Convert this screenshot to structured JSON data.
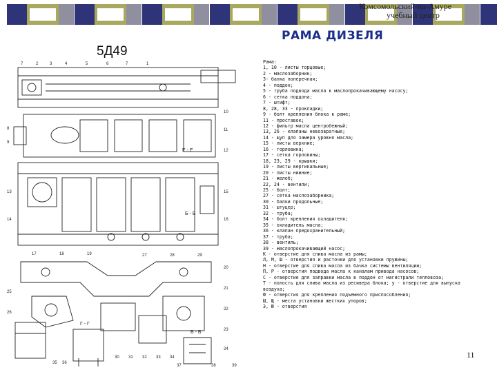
{
  "header": {
    "org_line1": "Комсомольский-на-Амуре",
    "org_line2": "учебный центр",
    "title": "РАМА ДИЗЕЛЯ",
    "model": "5Д49"
  },
  "colors": {
    "band_navy": "#2e3477",
    "band_olive": "#a8a85e",
    "band_grey": "#8f8f9f",
    "title_blue": "#1b2f8a"
  },
  "legend": [
    "Рама:",
    "1, 10 - листы торцовые;",
    "2 - маслозаборник;",
    "3- балка поперечная;",
    "4 - поддон;",
    "5 - труба подвода масла к маслопрокачивающему насосу;",
    "6 - сетка поддона;",
    "7 - штифт;",
    "8, 28, 33 - прокладки;",
    "9 - болт крепления блока к раме;",
    "11 - проставок;",
    "12 - фильтр масла центробежный;",
    "13, 26 - клапаны невозвратные;",
    "14 - щуп для замера уровня масла;",
    "15 - листы верхние;",
    "16 - горловина;",
    "17 - сетка горловины;",
    "18, 23, 29 - крышки;",
    "19 - листы вертикальные;",
    "20 - листы нижние;",
    "21 - желоб;",
    " 22, 24 - вентили;",
    "25 - болт;",
    "27 - сетка маслозаборника;",
    "30 - балки продольные;",
    "31 - штуцер;",
    "32 - труба;",
    "34 - болт крепления охладителя;",
    "35 - охладитель масла;",
    "36 - клапан предохранительный;",
    "37 - труба;",
    "38 - вентиль;",
    "39 - маслопрокачивающий насос;",
    "К - отверстие для слива масла из рамы;",
    "Л, М, Ш - отверстия и расточки для установки пружины;",
    "Н - отверстие для слива масла из бачка системы вентиляции;",
    "П, Р - отверстия подвода масла к каналам привода насосов;",
    "С - отверстие для заправки масла в поддон от магистрали тепловоза;",
    "Т - полость для слива масла из ресивера блока; у - отверстие для выпуска",
    "воздуха;",
    "Ф - отверстия для крепления подъемного приспособления;",
    "Ш, Щ - места установки жестких упоров;",
    "Э, Ю - отверстия"
  ],
  "drawing_labels": {
    "section_ee": "Е - Е",
    "section_bb": "Б - Б",
    "section_gg": "Г - Г",
    "section_vv": "В - В",
    "nums": [
      "7",
      "2",
      "3",
      "4",
      "5",
      "6",
      "7",
      "1",
      "8",
      "9",
      "10",
      "11",
      "12",
      "13",
      "14",
      "15",
      "16",
      "17",
      "18",
      "19",
      "20",
      "21",
      "22",
      "23",
      "24",
      "25",
      "26",
      "27",
      "28",
      "29",
      "30",
      "31",
      "32",
      "33",
      "34",
      "35",
      "36",
      "37",
      "38",
      "39"
    ]
  },
  "page_number": "11"
}
